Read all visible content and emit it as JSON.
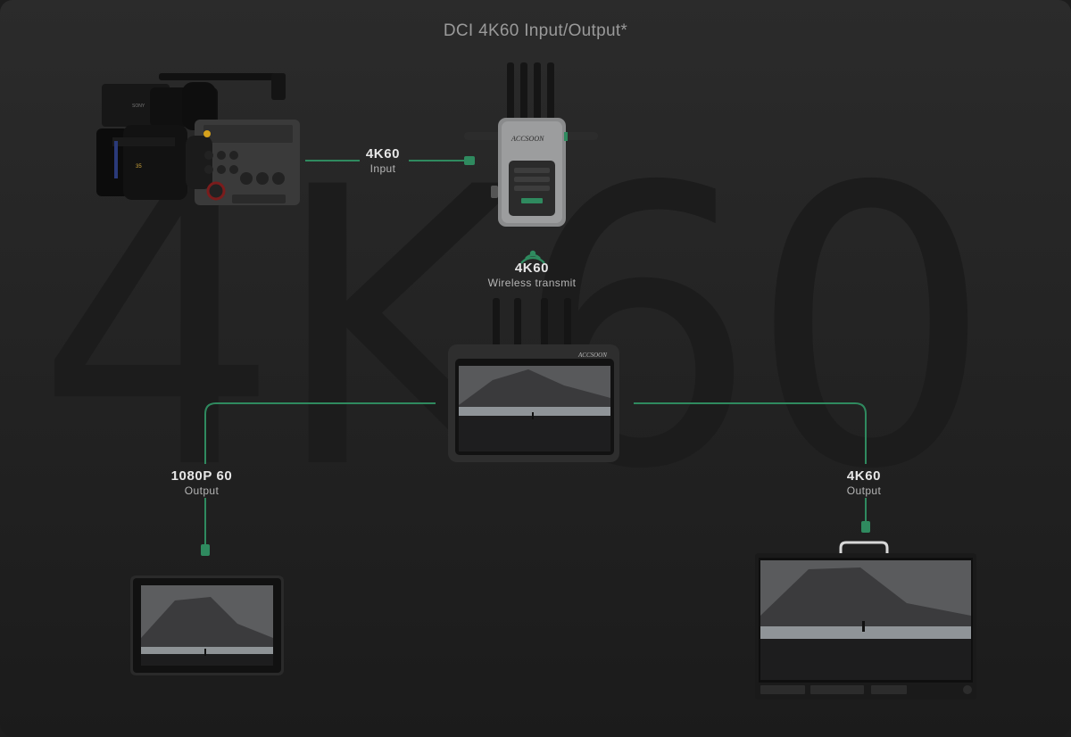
{
  "background_text": "4K60",
  "title": "DCI 4K60 Input/Output*",
  "labels": {
    "input": {
      "value": "4K60",
      "sub": "Input"
    },
    "wireless": {
      "value": "4K60",
      "sub": "Wireless transmit"
    },
    "output_left": {
      "value": "1080P 60",
      "sub": "Output"
    },
    "output_right": {
      "value": "4K60",
      "sub": "Output"
    }
  },
  "colors": {
    "accent": "#2f8a5f",
    "background": "#232323",
    "heading": "#9a9a9a"
  },
  "devices": [
    {
      "name": "cinema-camera",
      "brand_text": "SONY"
    },
    {
      "name": "wireless-transmitter",
      "brand_text": "ACCSOON"
    },
    {
      "name": "monitor-receiver",
      "brand_text": "ACCSOON"
    },
    {
      "name": "small-monitor"
    },
    {
      "name": "large-reference-monitor"
    }
  ]
}
